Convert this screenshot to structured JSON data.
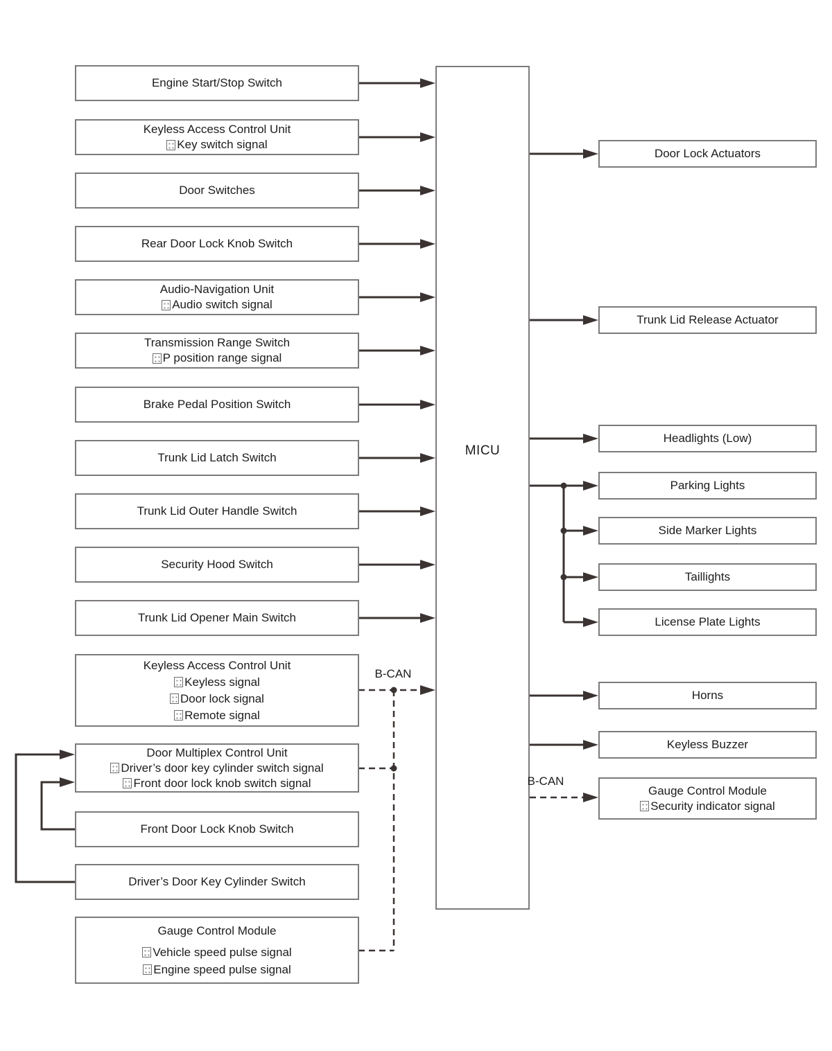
{
  "diagram": {
    "center_label": "MICU",
    "bcan_left_label": "B-CAN",
    "bcan_right_label": "B-CAN",
    "left_boxes": [
      {
        "title": "Engine Start/Stop Switch",
        "signals": []
      },
      {
        "title": "Keyless Access Control Unit",
        "signals": [
          "Key switch signal"
        ]
      },
      {
        "title": "Door Switches",
        "signals": []
      },
      {
        "title": "Rear Door Lock Knob Switch",
        "signals": []
      },
      {
        "title": "Audio-Navigation Unit",
        "signals": [
          "Audio switch signal"
        ]
      },
      {
        "title": "Transmission Range Switch",
        "signals": [
          "P position range signal"
        ]
      },
      {
        "title": "Brake Pedal Position Switch",
        "signals": []
      },
      {
        "title": "Trunk Lid Latch Switch",
        "signals": []
      },
      {
        "title": "Trunk Lid Outer Handle Switch",
        "signals": []
      },
      {
        "title": "Security Hood Switch",
        "signals": []
      },
      {
        "title": "Trunk Lid Opener Main Switch",
        "signals": []
      },
      {
        "title": "Keyless Access Control Unit",
        "signals": [
          "Keyless signal",
          "Door lock signal",
          "Remote signal"
        ]
      },
      {
        "title": "Door Multiplex Control Unit",
        "signals": [
          "Driver’s door key cylinder switch signal",
          "Front door lock knob switch signal"
        ]
      },
      {
        "title": "Front Door Lock Knob Switch",
        "signals": []
      },
      {
        "title": "Driver’s Door Key Cylinder Switch",
        "signals": []
      },
      {
        "title": "Gauge Control Module",
        "signals": [
          "Vehicle speed pulse signal",
          "Engine speed pulse signal"
        ]
      }
    ],
    "right_boxes": [
      {
        "title": "Door Lock Actuators",
        "signals": []
      },
      {
        "title": "Trunk Lid Release Actuator",
        "signals": []
      },
      {
        "title": "Headlights (Low)",
        "signals": []
      },
      {
        "title": "Parking Lights",
        "signals": []
      },
      {
        "title": "Side Marker Lights",
        "signals": []
      },
      {
        "title": "Taillights",
        "signals": []
      },
      {
        "title": "License Plate Lights",
        "signals": []
      },
      {
        "title": "Horns",
        "signals": []
      },
      {
        "title": "Keyless Buzzer",
        "signals": []
      },
      {
        "title": "Gauge Control Module",
        "signals": [
          "Security indicator signal"
        ]
      }
    ],
    "colors": {
      "line_color": "#3a3331",
      "box_border_color": "#7d7a7a",
      "text_color": "#1c1c1c",
      "background_color": "#ffffff"
    }
  }
}
